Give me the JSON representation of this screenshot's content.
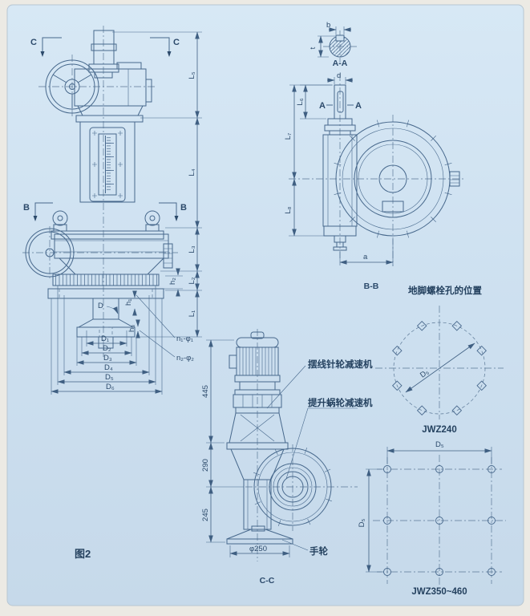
{
  "figure": {
    "label": "图2"
  },
  "main": {
    "section_c_left": "C",
    "section_c_right": "C",
    "section_b_left": "B",
    "section_b_right": "B",
    "dim_L5": "L₅",
    "dim_L4": "L₄",
    "dim_L3": "L₃",
    "dim_L2": "L₂",
    "dim_L1": "L₁",
    "dim_h1": "h₁",
    "dim_h2": "h₂",
    "dim_h3": "h₃",
    "dim_D": "D",
    "dim_D1": "D₁",
    "dim_D2": "D₂",
    "dim_D3": "D₃",
    "dim_D4": "D₄",
    "dim_D5": "D₅",
    "dim_D6": "D₆",
    "bolts_n1": "n₁-φ₁",
    "bolts_n2": "n₂-φ₂"
  },
  "keyway": {
    "dim_b": "b",
    "dim_t": "t",
    "caption": "A-A"
  },
  "side": {
    "dim_d": "d",
    "marker_a_left": "A",
    "marker_a_right": "A",
    "dim_L6": "L₆",
    "dim_L7": "L₇",
    "dim_L8": "L₈",
    "dim_a": "a",
    "caption": "B-B"
  },
  "foundation": {
    "title": "地脚螺栓孔的位置",
    "jwz240": {
      "dim": "D₅",
      "caption": "JWZ240"
    },
    "jwz350": {
      "dim_top": "D₅",
      "dim_left": "D₅",
      "caption": "JWZ350~460"
    }
  },
  "cc": {
    "dim_445": "445",
    "dim_290": "290",
    "dim_245": "245",
    "dim_dia": "φ250",
    "label_handwheel": "手轮",
    "label_cycloid": "摆线针轮减速机",
    "label_worm": "提升蜗轮减速机",
    "caption": "C-C"
  },
  "colors": {
    "page_bg": "#cfe2f1",
    "ink": "#47688c",
    "text": "#2c4a6b"
  }
}
